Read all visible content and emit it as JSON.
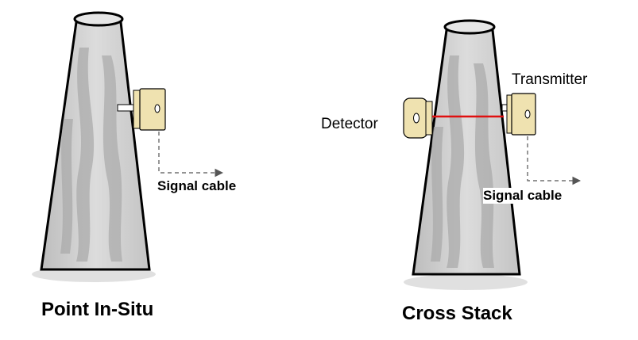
{
  "point_panel": {
    "caption": "Point In-Situ",
    "signal_cable_label": "Signal cable"
  },
  "cross_panel": {
    "caption": "Cross Stack",
    "detector_label": "Detector",
    "transmitter_label": "Transmitter",
    "signal_cable_label": "Signal cable"
  },
  "colors": {
    "stack_fill": "#c8c8c8",
    "stack_outline": "#000000",
    "device_fill": "#efe2b0",
    "laser_beam": "#e01010",
    "cable": "#555555"
  }
}
